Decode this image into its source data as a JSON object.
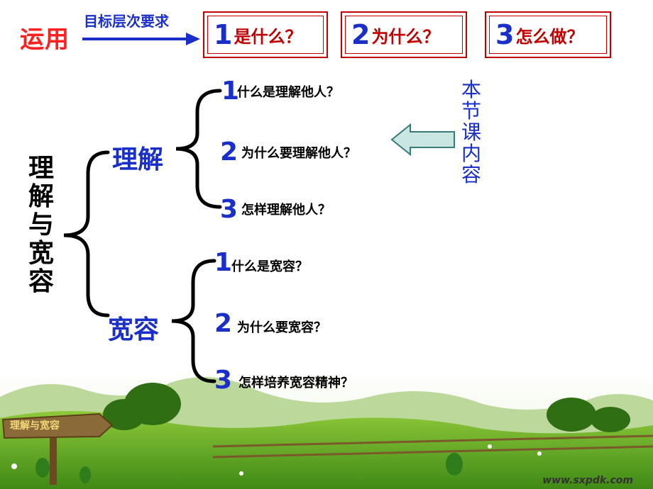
{
  "top": {
    "apply_label": "运用",
    "goal_label": "目标层次要求",
    "boxes": [
      {
        "num": "1",
        "text": "是什么？"
      },
      {
        "num": "2",
        "text": "为什么？"
      },
      {
        "num": "3",
        "text": "怎么做？"
      }
    ]
  },
  "main_title": "理解与宽容",
  "understand": {
    "heading": "理解",
    "items": [
      {
        "num": "1",
        "text": "什么是理解他人？"
      },
      {
        "num": "2",
        "text": "为什么要理解他人？"
      },
      {
        "num": "3",
        "text": "怎样理解他人？"
      }
    ]
  },
  "tolerance": {
    "heading": "宽容",
    "items": [
      {
        "num": "1",
        "text": "什么是宽容？"
      },
      {
        "num": "2",
        "text": "为什么要宽容？"
      },
      {
        "num": "3",
        "text": "怎样培养宽容精神？"
      }
    ]
  },
  "side_note": "本节课内容",
  "signpost_text": "理解与宽容",
  "footer": "www.sxpdk.com",
  "colors": {
    "red": "#ff2020",
    "blue": "#1a2ec8",
    "dark_red": "#c00000"
  }
}
